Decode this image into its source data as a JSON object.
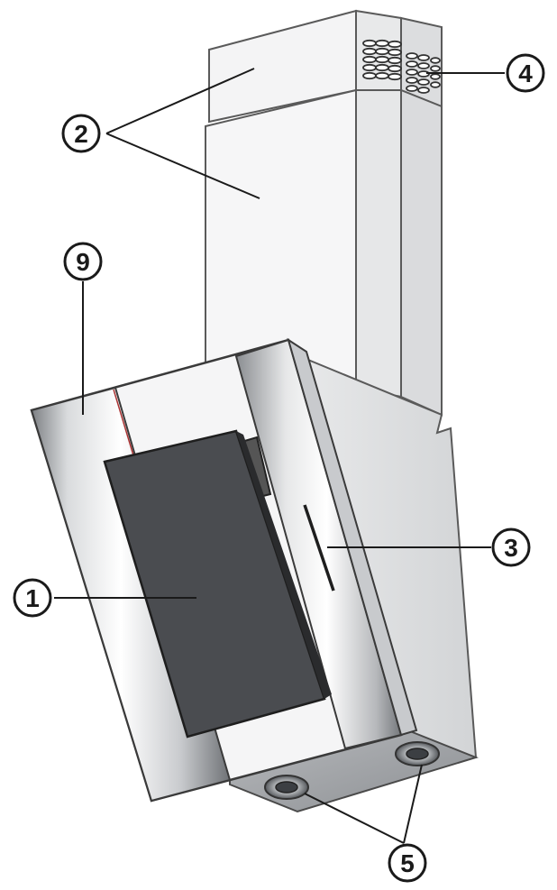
{
  "diagram": {
    "callouts": [
      {
        "id": "c1",
        "number": "1"
      },
      {
        "id": "c2",
        "number": "2"
      },
      {
        "id": "c3",
        "number": "3"
      },
      {
        "id": "c4",
        "number": "4"
      },
      {
        "id": "c5",
        "number": "5"
      },
      {
        "id": "c9",
        "number": "9"
      }
    ]
  }
}
